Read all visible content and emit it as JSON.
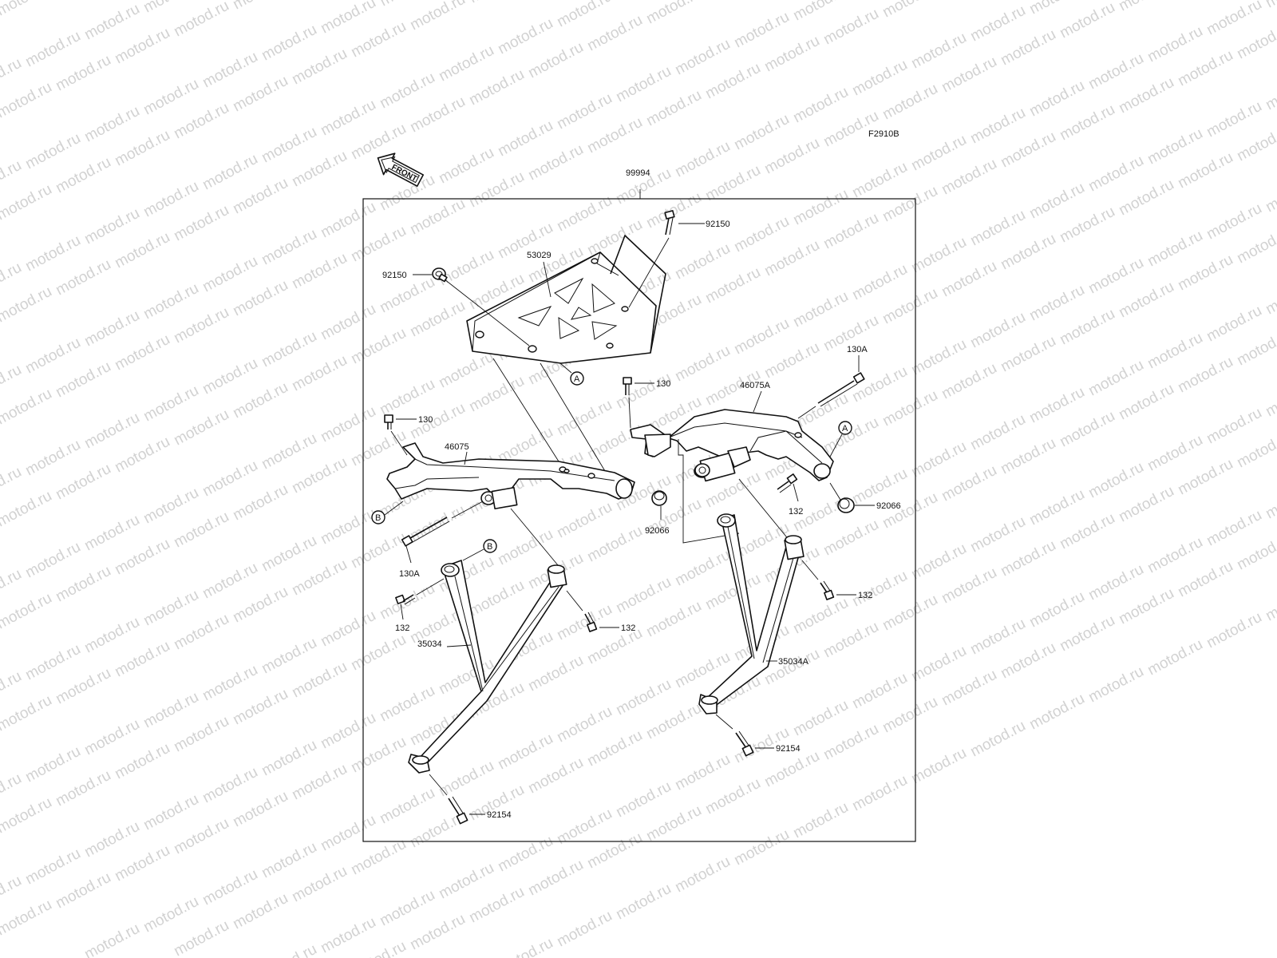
{
  "diagram_code": "F2910B",
  "front_label": "FRONT",
  "watermark": "motod.ru",
  "kit_label": "99994",
  "parts": {
    "p53029": "53029",
    "p92150_top": "92150",
    "p92150_left": "92150",
    "p130_mid": "130",
    "p130_left": "130",
    "p130A_right": "130A",
    "p130A_left": "130A",
    "p46075A": "46075A",
    "p46075": "46075",
    "p92066_right": "92066",
    "p92066_mid": "92066",
    "p132_mid": "132",
    "p132_right": "132",
    "p132_lower": "132",
    "p132_left": "132",
    "p35034": "35034",
    "p35034A": "35034A",
    "p92154_right": "92154",
    "p92154_left": "92154"
  },
  "refs": {
    "a_top": "A",
    "a_right": "A",
    "b_left": "B",
    "b_mid": "B"
  }
}
